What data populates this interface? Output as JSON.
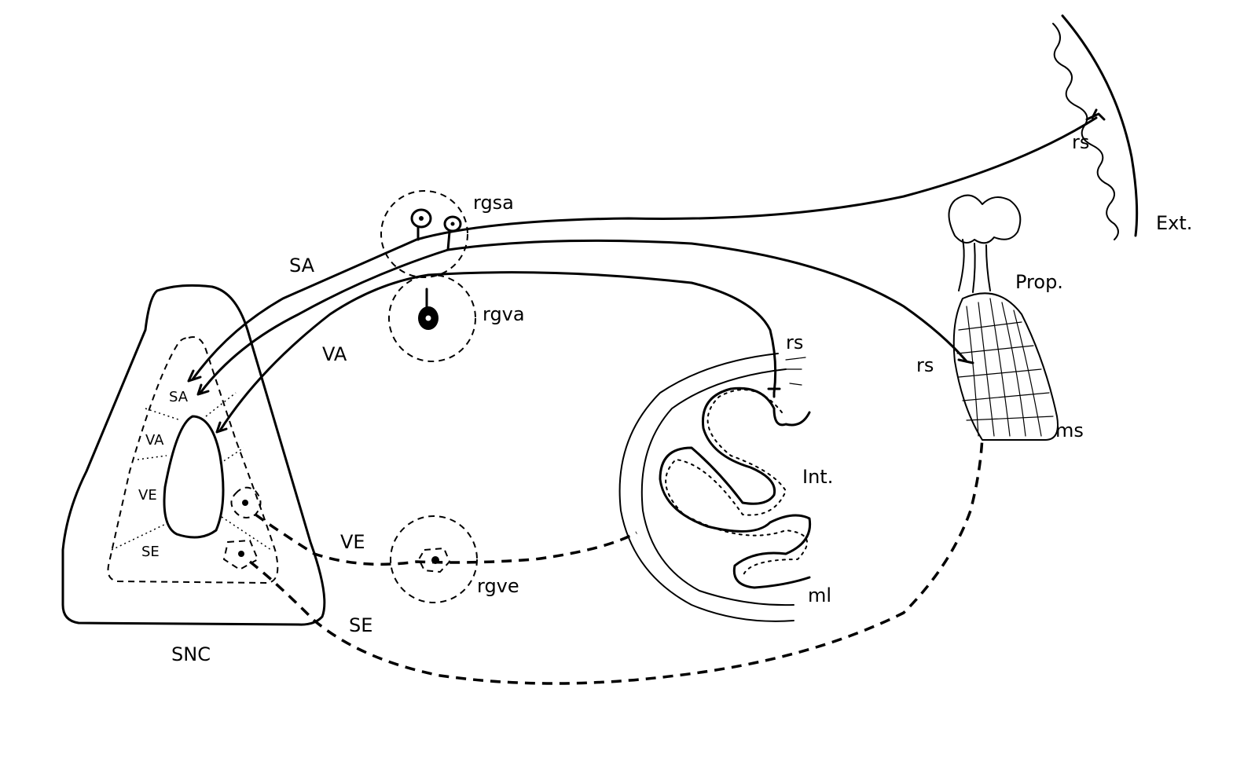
{
  "labels": {
    "snc": "SNC",
    "sa_outer": "SA",
    "va_outer": "VA",
    "ve_outer": "VE",
    "se_outer": "SE",
    "sa_inner": "SA",
    "va_inner": "VA",
    "ve_inner": "VE",
    "se_inner": "SE",
    "rgsa": "rgsa",
    "rgva": "rgva",
    "rgve": "rgve",
    "rs_skin": "rs",
    "rs_gut": "rs",
    "rs_muscle": "rs",
    "ext": "Ext.",
    "prop": "Prop.",
    "int": "Int.",
    "ml": "ml",
    "ms": "ms"
  }
}
